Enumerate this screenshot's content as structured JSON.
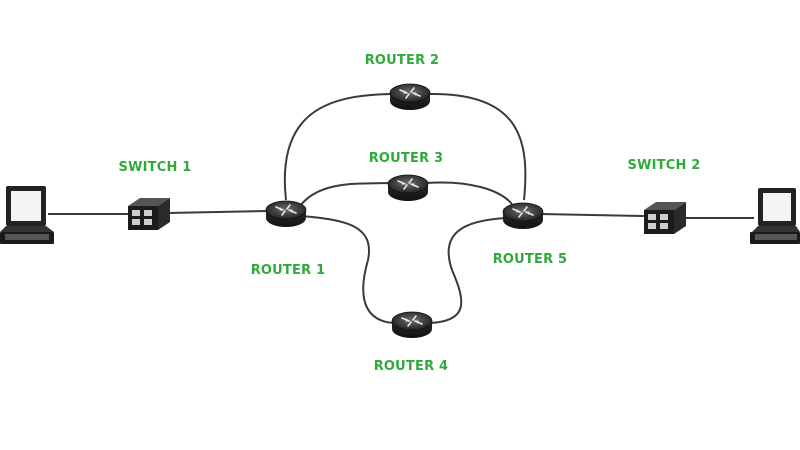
{
  "diagram": {
    "label_color": "#2faa3a",
    "line_color": "#3a3a3a",
    "nodes": {
      "switch1": {
        "label": "SWITCH 1",
        "icon": "switch-icon"
      },
      "switch2": {
        "label": "SWITCH 2",
        "icon": "switch-icon"
      },
      "router1": {
        "label": "ROUTER 1",
        "icon": "router-icon"
      },
      "router2": {
        "label": "ROUTER 2",
        "icon": "router-icon"
      },
      "router3": {
        "label": "ROUTER 3",
        "icon": "router-icon"
      },
      "router4": {
        "label": "ROUTER 4",
        "icon": "router-icon"
      },
      "router5": {
        "label": "ROUTER 5",
        "icon": "router-icon"
      },
      "laptop_left": {
        "icon": "laptop-icon"
      },
      "laptop_right": {
        "icon": "laptop-icon"
      }
    }
  }
}
